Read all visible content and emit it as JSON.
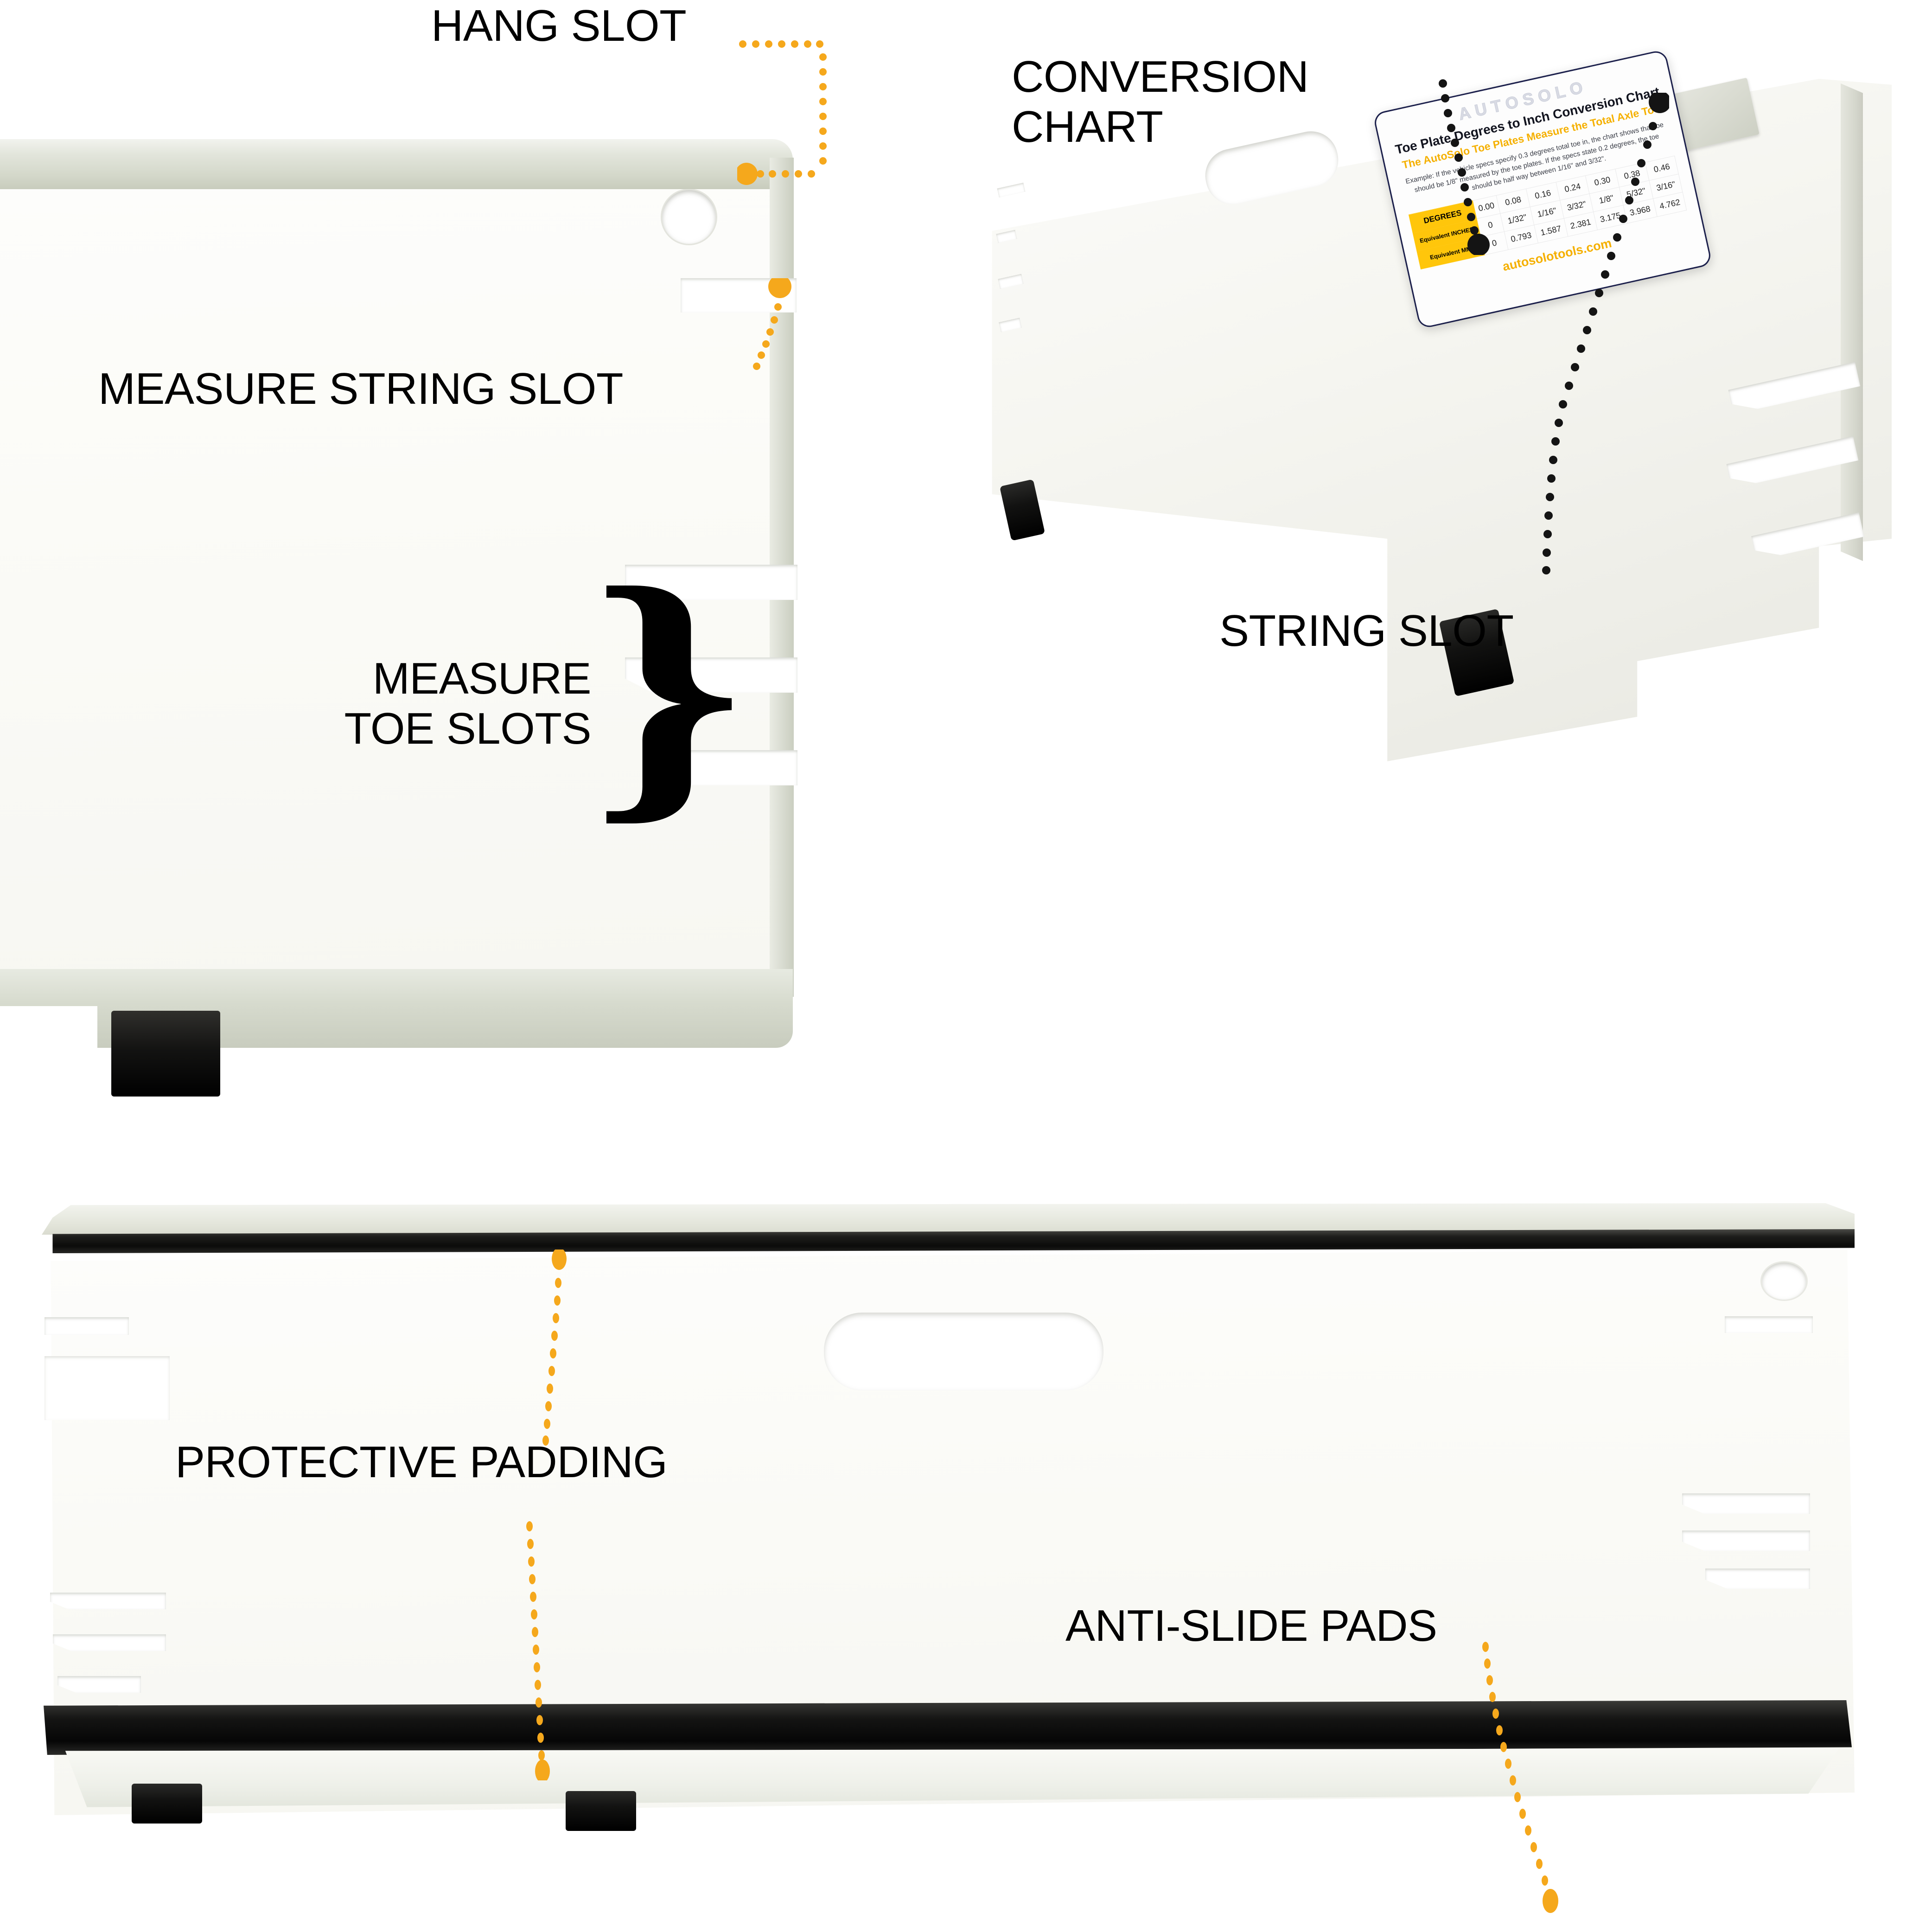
{
  "colors": {
    "accent_orange": "#F5A81C",
    "leader_black": "#141414",
    "label_yellow": "#FFC60B",
    "label_border_navy": "#1B1F4B",
    "plate_white": "#FBFBF7",
    "plate_silver": "#CFD2C6",
    "pad_black": "#101010"
  },
  "callouts": {
    "hang_slot": "HANG SLOT",
    "measure_string_slot": "MEASURE STRING SLOT",
    "measure_toe_slots": "MEASURE\nTOE SLOTS",
    "conversion_chart": "CONVERSION\nCHART",
    "string_slot": "STRING SLOT",
    "protective_padding": "PROTECTIVE PADDING",
    "anti_slide_pads": "ANTI-SLIDE PADS",
    "brace_glyph": "}"
  },
  "conversion_chart": {
    "brand": "AUTOSOLO",
    "title": "Toe Plate Degrees to Inch Conversion Chart",
    "subtitle": "The AutoSolo Toe Plates Measure the Total Axle Toe",
    "example": "Example: If the vehicle specs specify 0.3 degrees total toe in, the chart shows that toe should be 1/8\" measured by the toe plates. If the specs state 0.2 degrees, the toe should be half way between 1/16\" and 3/32\".",
    "website": "autosolotools.com",
    "row_labels": [
      "DEGREES",
      "Equivalent INCHES",
      "Equivalent MM"
    ],
    "rows": [
      [
        "0.00",
        "0.08",
        "0.16",
        "0.24",
        "0.30",
        "0.38",
        "0.46"
      ],
      [
        "0",
        "1/32\"",
        "1/16\"",
        "3/32\"",
        "1/8\"",
        "5/32\"",
        "3/16\""
      ],
      [
        "0",
        "0.793",
        "1.587",
        "2.381",
        "3.175",
        "3.968",
        "4.762"
      ]
    ]
  }
}
